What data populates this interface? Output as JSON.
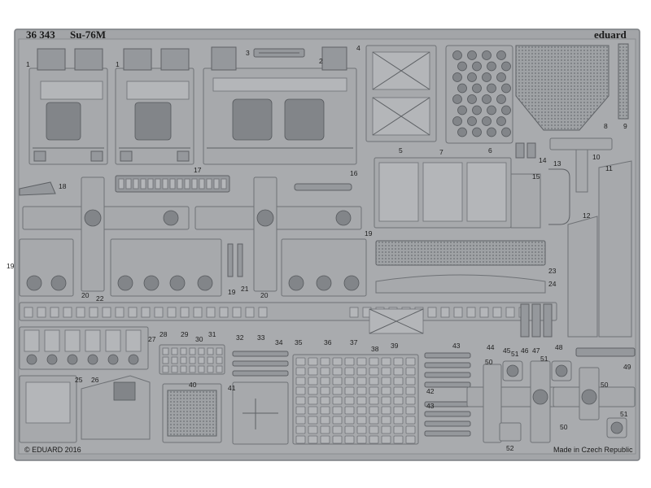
{
  "sheet": {
    "product_code": "36 343",
    "model_name": "Su-76M",
    "brand": "eduard",
    "copyright": "© EDUARD 2016",
    "origin": "Made in Czech Republic"
  },
  "part_numbers": [
    "1",
    "1",
    "2",
    "3",
    "4",
    "5",
    "6",
    "7",
    "8",
    "9",
    "10",
    "11",
    "12",
    "13",
    "14",
    "15",
    "16",
    "17",
    "18",
    "19",
    "19",
    "19",
    "20",
    "20",
    "21",
    "22",
    "23",
    "24",
    "25",
    "26",
    "27",
    "28",
    "29",
    "30",
    "31",
    "32",
    "33",
    "34",
    "35",
    "36",
    "37",
    "38",
    "39",
    "40",
    "41",
    "42",
    "43",
    "43",
    "44",
    "45",
    "46",
    "47",
    "48",
    "49",
    "50",
    "50",
    "50",
    "51",
    "51",
    "51",
    "52"
  ]
}
